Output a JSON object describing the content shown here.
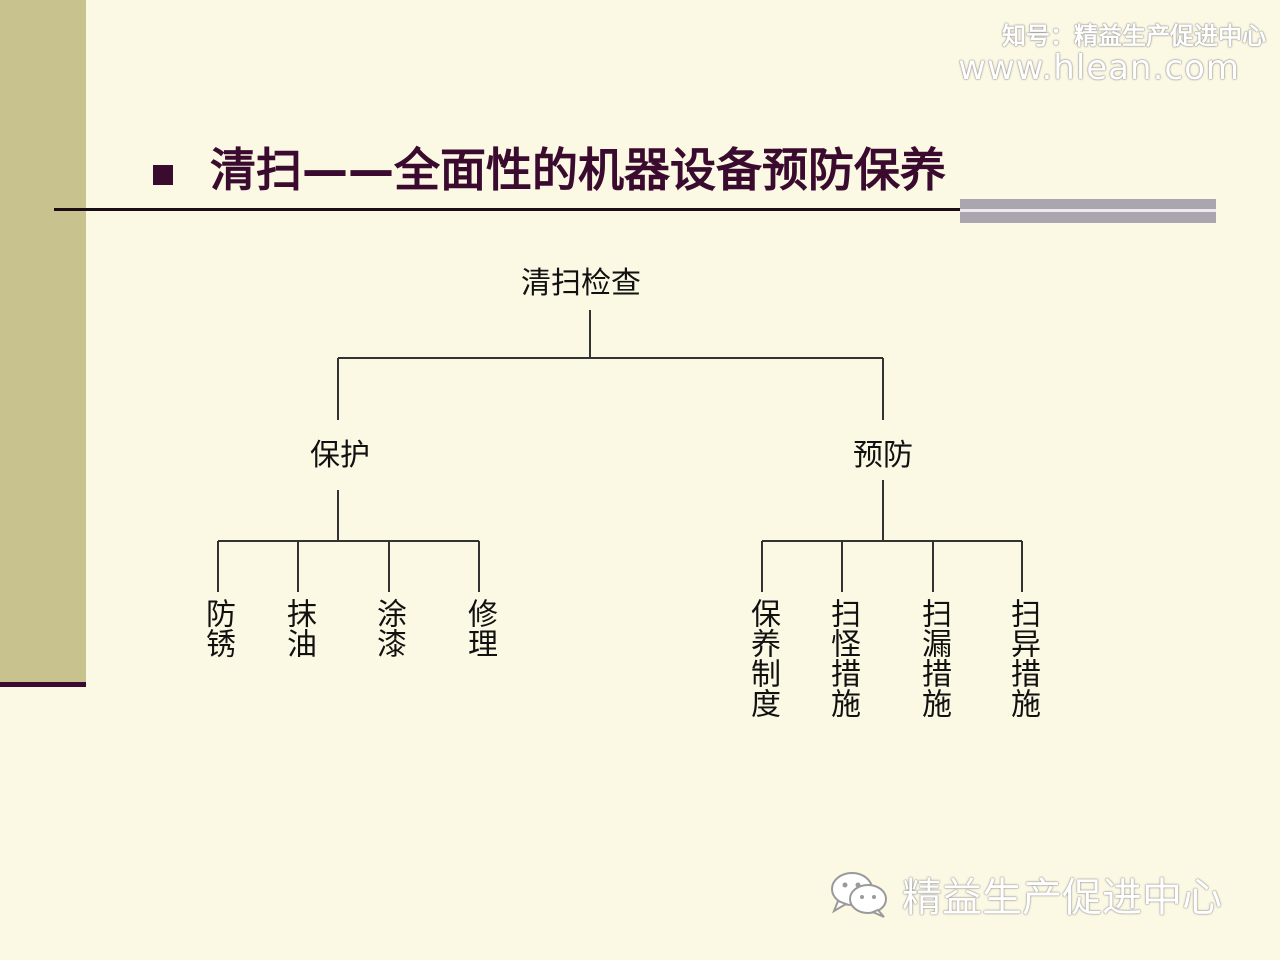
{
  "watermark": {
    "account": "知号：精益生产促进中心",
    "site": "www.hlean.com"
  },
  "slide": {
    "title": "清扫——全面性的机器设备预防保养"
  },
  "tree": {
    "root": "清扫检查",
    "branches": [
      {
        "label": "保护",
        "leaves": [
          "防锈",
          "抹油",
          "涂漆",
          "修理"
        ]
      },
      {
        "label": "预防",
        "leaves": [
          "保养制度",
          "扫怪措施",
          "扫漏措施",
          "扫异措施"
        ]
      }
    ]
  },
  "footer": {
    "icon": "wechat-icon",
    "text": "精益生产促进中心"
  },
  "colors": {
    "background": "#fbf8e3",
    "band": "#c8c38e",
    "accent": "#3a0b2e",
    "bar": "#aaa6b0"
  }
}
